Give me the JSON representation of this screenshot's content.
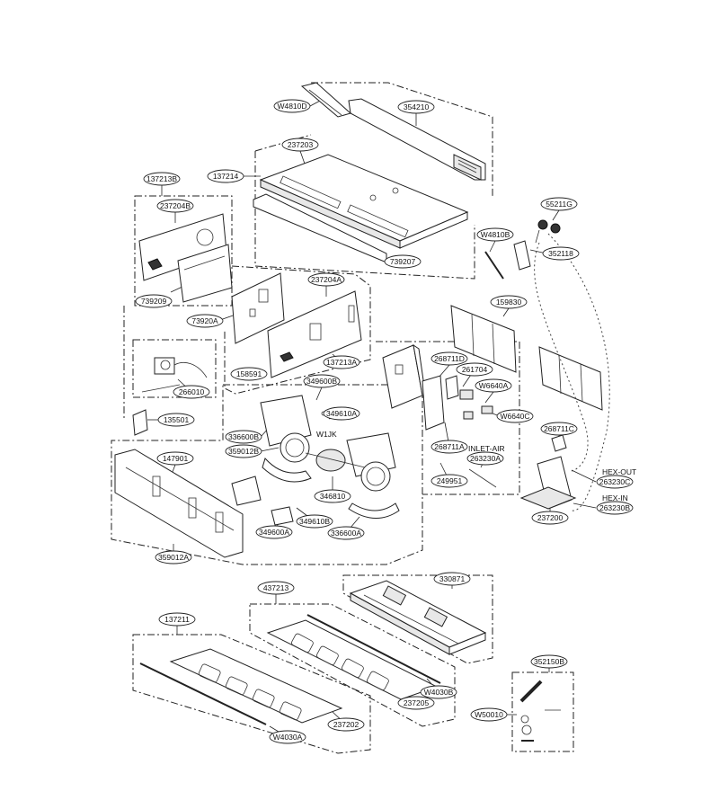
{
  "title": "",
  "callouts": [
    {
      "id": "W4810D"
    },
    {
      "id": "354210"
    },
    {
      "id": "237203"
    },
    {
      "id": "137214"
    },
    {
      "id": "137213B"
    },
    {
      "id": "237204B"
    },
    {
      "id": "739209"
    },
    {
      "id": "739207"
    },
    {
      "id": "73920A"
    },
    {
      "id": "237204A"
    },
    {
      "id": "W4810B"
    },
    {
      "id": "55211G"
    },
    {
      "id": "352118"
    },
    {
      "id": "159830"
    },
    {
      "id": "158591"
    },
    {
      "id": "137213A"
    },
    {
      "id": "268711D"
    },
    {
      "id": "261704"
    },
    {
      "id": "W6640A"
    },
    {
      "id": "W6640C"
    },
    {
      "id": "268711C"
    },
    {
      "id": "349600B"
    },
    {
      "id": "349610A"
    },
    {
      "id": "266010"
    },
    {
      "id": "135501"
    },
    {
      "id": "336600B"
    },
    {
      "id": "359012B"
    },
    {
      "id": "147901"
    },
    {
      "id": "268711A"
    },
    {
      "id": "263230A"
    },
    {
      "id": "249951"
    },
    {
      "id": "263230C"
    },
    {
      "id": "263230B"
    },
    {
      "id": "237200"
    },
    {
      "id": "346810"
    },
    {
      "id": "349610B"
    },
    {
      "id": "349600A"
    },
    {
      "id": "336600A"
    },
    {
      "id": "359012A"
    },
    {
      "id": "330871"
    },
    {
      "id": "437213"
    },
    {
      "id": "137211"
    },
    {
      "id": "237205"
    },
    {
      "id": "W4030B"
    },
    {
      "id": "237202"
    },
    {
      "id": "W4030A"
    },
    {
      "id": "352150B"
    },
    {
      "id": "W50010"
    }
  ],
  "labels": [
    {
      "id": "W1JK",
      "text": "W1JK"
    },
    {
      "id": "INLET-AIR",
      "text": "INLET-AIR"
    },
    {
      "id": "HEX-OUT",
      "text": "HEX-OUT"
    },
    {
      "id": "HEX-IN",
      "text": "HEX-IN"
    }
  ]
}
